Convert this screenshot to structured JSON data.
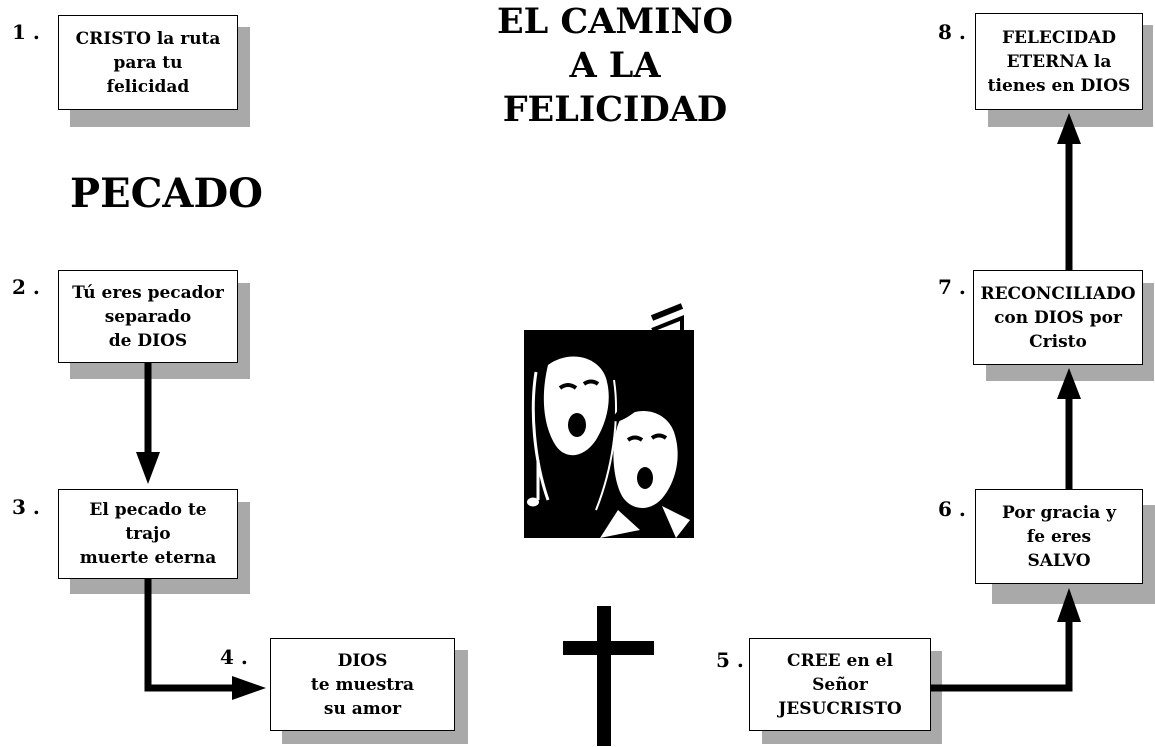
{
  "title": "EL CAMINO\nA LA\nFELICIDAD",
  "subtitle": "PECADO",
  "steps": [
    {
      "num": "1 .",
      "text": "CRISTO la ruta\npara tu\nfelicidad"
    },
    {
      "num": "2 .",
      "text": "Tú eres pecador\nseparado\nde DIOS"
    },
    {
      "num": "3 .",
      "text": "El pecado te\ntrajo\nmuerte eterna"
    },
    {
      "num": "4 .",
      "text": "DIOS\nte muestra\nsu amor"
    },
    {
      "num": "5 .",
      "text": "CREE en el\nSeñor\nJESUCRISTO"
    },
    {
      "num": "6 .",
      "text": "Por gracia y\nfe eres\nSALVO"
    },
    {
      "num": "7 .",
      "text": "RECONCILIADO\ncon DIOS por\nCristo"
    },
    {
      "num": "8 .",
      "text": "FELECIDAD\nETERNA la\ntienes en DIOS"
    }
  ],
  "icons": [
    "singing-couple-icon",
    "music-notes-icon",
    "cross-icon"
  ],
  "colors": {
    "line": "#000000",
    "shadow": "#a9a9a9",
    "background": "#ffffff"
  }
}
